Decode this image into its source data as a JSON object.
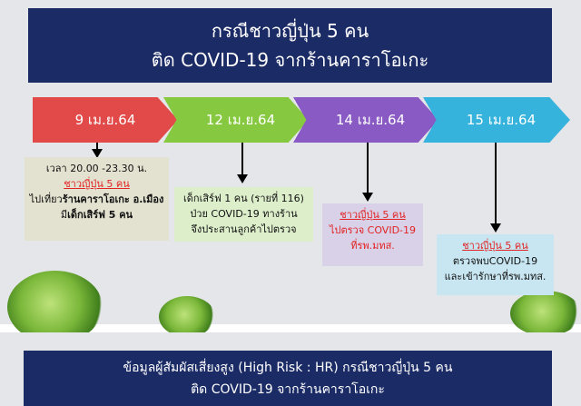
{
  "header": {
    "title_line1": "กรณีชาวญี่ปุ่น 5 คน",
    "title_line2": "ติด COVID-19 จากร้านคาราโอเกะ"
  },
  "timeline": [
    {
      "date": "9 เม.ย.64",
      "color": "#e24a4a"
    },
    {
      "date": "12 เม.ย.64",
      "color": "#86c940"
    },
    {
      "date": "14 เม.ย.64",
      "color": "#8a5ac4"
    },
    {
      "date": "15 เม.ย.64",
      "color": "#36b3dc"
    }
  ],
  "boxes": {
    "box1": {
      "line1": "เวลา 20.00 -23.30 น.",
      "line2": "ชาวญี่ปุ่น 5 คน",
      "line3_prefix": "ไปเที่ยว",
      "line3_bold": "ร้านคาราโอเกะ อ.เมือง",
      "line4_prefix": "มี",
      "line4_bold": "เด็กเสิร์ฟ 5 คน",
      "bg": "#e3e1cf"
    },
    "box2": {
      "line1": "เด็กเสิร์ฟ 1 คน (รายที่ 116)",
      "line2": "ป่วย COVID-19 ทางร้าน",
      "line3": "จึงประสานลูกค้าไปตรวจ",
      "bg": "#ddeecb"
    },
    "box3": {
      "line1": "ชาวญี่ปุ่น 5 คน",
      "line2": "ไปตรวจ COVID-19",
      "line3": "ที่รพ.มทส.",
      "bg": "#d8d1e8"
    },
    "box4": {
      "line1": "ชาวญี่ปุ่น 5 คน",
      "line2": "ตรวจพบCOVID-19",
      "line3": "และเข้ารักษาที่รพ.มทส.",
      "bg": "#c8e6f1"
    }
  },
  "footer": {
    "title_line1": "ข้อมูลผู้สัมผัสเสี่ยงสูง (High Risk : HR) กรณีชาวญี่ปุ่น 5 คน",
    "title_line2": "ติด COVID-19 จากร้านคาราโอเกะ"
  }
}
